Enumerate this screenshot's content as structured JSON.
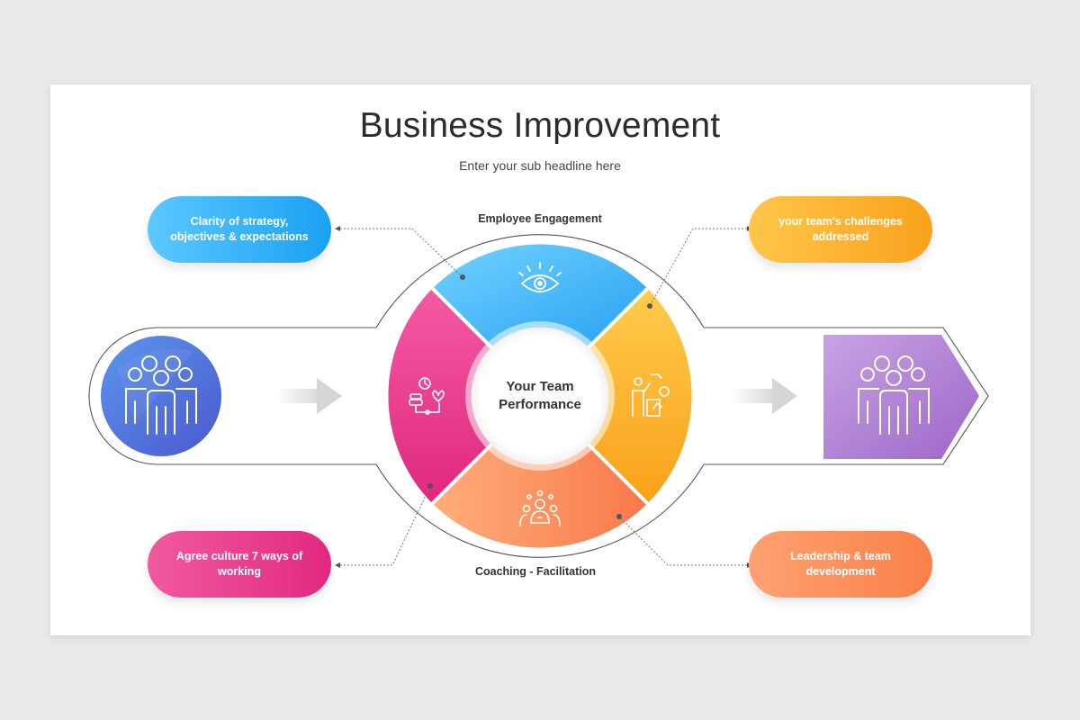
{
  "header": {
    "title": "Business Improvement",
    "subtitle": "Enter your sub headline here"
  },
  "ring": {
    "center_label_line1": "Your Team",
    "center_label_line2": "Performance",
    "top_label": "Employee Engagement",
    "bottom_label": "Coaching - Facilitation",
    "segments": [
      {
        "name": "top",
        "color_start": "#6fd0ff",
        "color_end": "#2aa4f4",
        "icon": "eye-icon"
      },
      {
        "name": "right",
        "color_start": "#ffc94a",
        "color_end": "#f9a21c",
        "icon": "team-strategy-icon"
      },
      {
        "name": "bottom",
        "color_start": "#ffa36e",
        "color_end": "#f97a4a",
        "icon": "coaching-group-icon"
      },
      {
        "name": "left",
        "color_start": "#f04e9b",
        "color_end": "#e02a80",
        "icon": "balance-scale-icon"
      }
    ]
  },
  "callouts": {
    "top_left": {
      "text": "Clarity of strategy, objectives & expectations",
      "color_start": "#5cc8ff",
      "color_end": "#1aa1f2"
    },
    "top_right": {
      "text": "your team's challenges addressed",
      "color_start": "#ffc64a",
      "color_end": "#f9a21c"
    },
    "bottom_left": {
      "text": "Agree culture 7 ways of working",
      "color_start": "#f15a9f",
      "color_end": "#e2287f"
    },
    "bottom_right": {
      "text": "Leadership & team development",
      "color_start": "#ffa172",
      "color_end": "#f98048"
    }
  },
  "input_node": {
    "icon": "people-group-icon",
    "color_start": "#5b8ee8",
    "color_end": "#4a5fd3"
  },
  "output_node": {
    "icon": "people-group-icon",
    "color_start": "#c59ee0",
    "color_end": "#a06bcb"
  }
}
